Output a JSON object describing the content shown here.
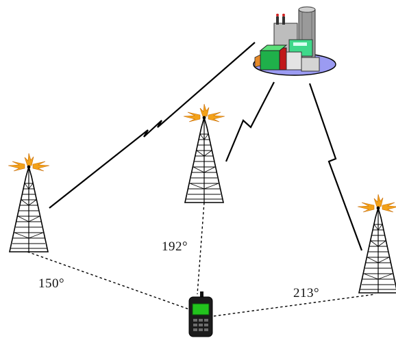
{
  "angles": {
    "left_tower": "150°",
    "middle_tower": "192°",
    "right_tower": "213°"
  },
  "icons": {
    "control_center": "building-icon",
    "towers": "cell-tower-icon",
    "phone": "mobile-phone-icon",
    "links": "lightning-link-icon"
  },
  "colors": {
    "line": "#000000",
    "antenna_flash": "#f3a21a",
    "screen": "#22c41d",
    "building_base": "#9b9bf2"
  }
}
